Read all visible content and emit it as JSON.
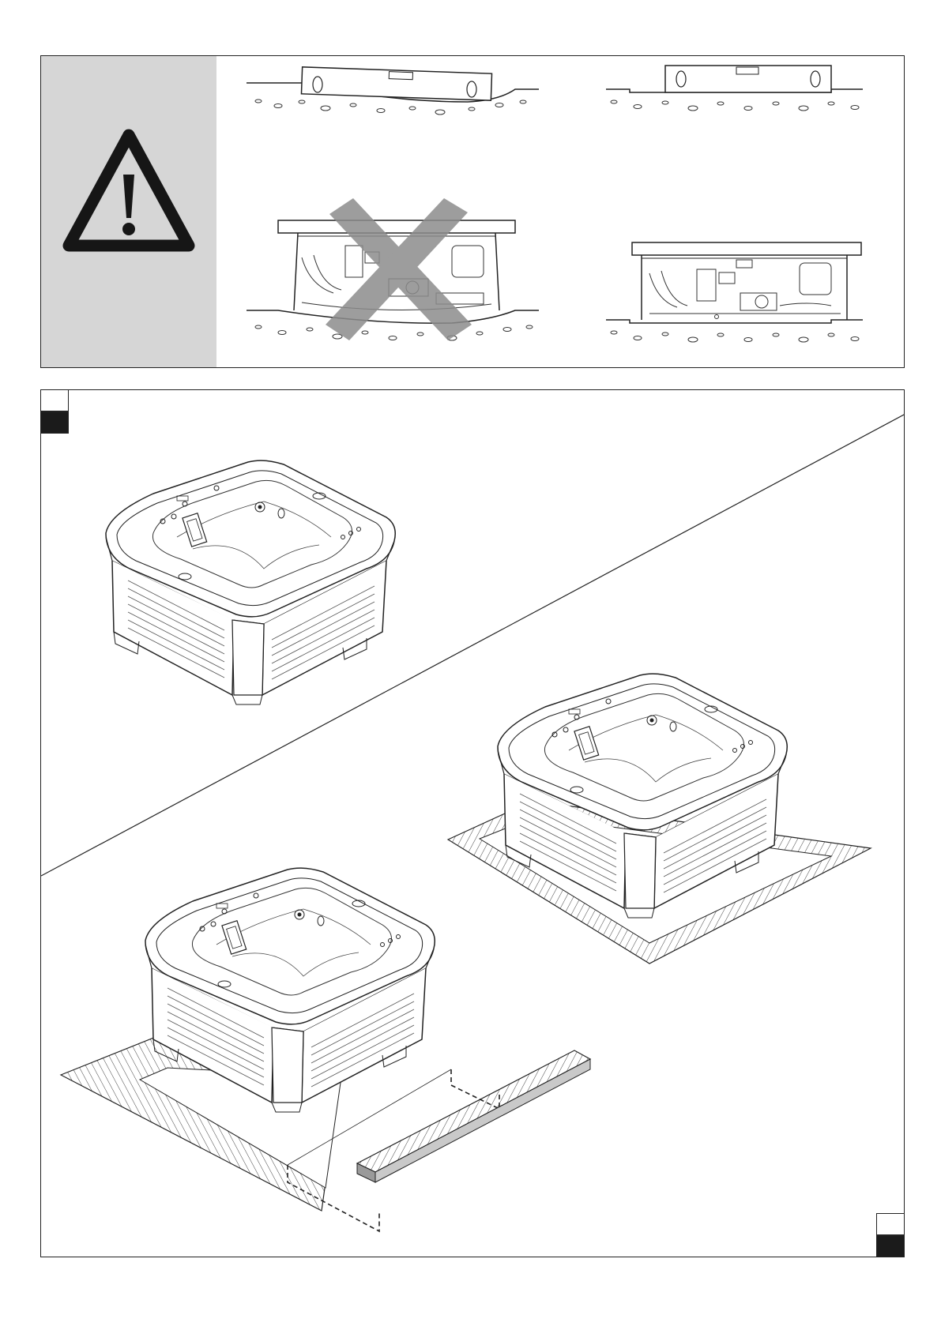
{
  "page": {
    "warning_section": {
      "warning_icon": "warning-triangle-icon",
      "views": [
        {
          "state": "incorrect",
          "surface": "uneven",
          "level_icon": "spirit-level-icon",
          "overlay_icon": "cross-icon"
        },
        {
          "state": "correct",
          "surface": "level",
          "level_icon": "spirit-level-icon"
        }
      ]
    },
    "install_section": {
      "step_markers": [
        "white-square",
        "black-square"
      ],
      "illustrations": [
        "spa-tub",
        "spa-tub-on-decking",
        "spa-tub-with-decking-assembly"
      ]
    },
    "colors": {
      "panel_border": "#222222",
      "sidebar_gray": "#d6d6d6",
      "cross_gray": "#8c8c8c",
      "marker_black": "#1b1b1b"
    }
  }
}
